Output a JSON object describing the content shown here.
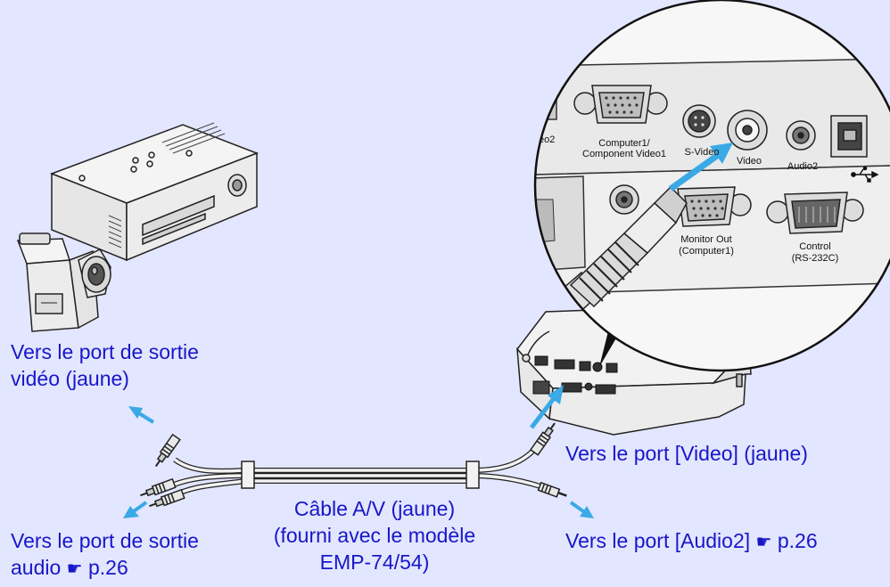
{
  "colors": {
    "background": "#e3e6ff",
    "label_text": "#1717c8",
    "arrow": "#3aa9e6",
    "device_body": "#f2f2f2",
    "outline": "#222222"
  },
  "labels": {
    "video_out": [
      "Vers le port de sortie",
      "vidéo (jaune)"
    ],
    "audio_out": [
      "Vers le port de sortie",
      "audio",
      "p.26"
    ],
    "cable": [
      "Câble A/V (jaune)",
      "(fourni avec le modèle",
      "EMP-74/54)"
    ],
    "video_in": "Vers le port [Video] (jaune)",
    "audio_in": [
      "Vers le port [Audio2]",
      "p.26"
    ]
  },
  "panel_labels": {
    "video2_partial": "eo2",
    "computer1": [
      "Computer1/",
      "Component Video1"
    ],
    "svideo": "S-Video",
    "video": "Video",
    "audio2": "Audio2",
    "monitor_out": [
      "Monitor Out",
      "(Computer1)"
    ],
    "control": [
      "Control",
      "(RS-232C)"
    ]
  },
  "icons": {
    "reference": "pointing-hand-icon",
    "usb": "usb-icon"
  }
}
